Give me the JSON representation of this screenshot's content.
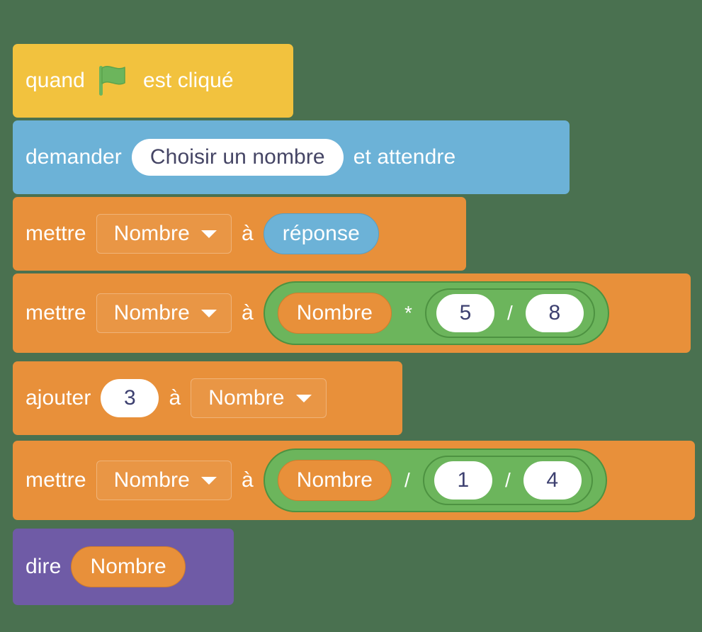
{
  "workspace": {
    "background_color": "#4a7150",
    "language": "fr"
  },
  "palette": {
    "events": "#f2c23e",
    "sensing": "#6cb2d7",
    "variables": "#e8903a",
    "operators": "#6cb55c",
    "operators_border": "#4d9241",
    "looks": "#6f5ba6",
    "field_text": "#454565"
  },
  "script": {
    "blocks": [
      {
        "id": "when-flag-clicked",
        "category": "events",
        "shape": "hat",
        "text_before": "quand",
        "icon": "green-flag-icon",
        "text_after": "est cliqué"
      },
      {
        "id": "ask-and-wait",
        "category": "sensing",
        "shape": "stack",
        "text_before": "demander",
        "input_value": "Choisir un nombre",
        "text_after": "et attendre"
      },
      {
        "id": "set-var-to-answer",
        "category": "variables",
        "shape": "stack",
        "text_before": "mettre",
        "variable": "Nombre",
        "text_middle": "à",
        "reporter": "réponse",
        "reporter_category": "sensing"
      },
      {
        "id": "set-var-to-mult-div",
        "category": "variables",
        "shape": "stack",
        "text_before": "mettre",
        "variable": "Nombre",
        "text_middle": "à",
        "operator": {
          "symbol": "*",
          "left_reporter": "Nombre",
          "right_operator": {
            "symbol": "/",
            "left_value": "5",
            "right_value": "8"
          }
        }
      },
      {
        "id": "change-var-by",
        "category": "variables",
        "shape": "stack",
        "text_before": "ajouter",
        "amount": "3",
        "text_middle": "à",
        "variable": "Nombre"
      },
      {
        "id": "set-var-to-div-div",
        "category": "variables",
        "shape": "stack",
        "text_before": "mettre",
        "variable": "Nombre",
        "text_middle": "à",
        "operator": {
          "symbol": "/",
          "left_reporter": "Nombre",
          "right_operator": {
            "symbol": "/",
            "left_value": "1",
            "right_value": "4"
          }
        }
      },
      {
        "id": "say",
        "category": "looks",
        "shape": "stack",
        "text_before": "dire",
        "reporter": "Nombre",
        "reporter_category": "variables"
      }
    ]
  }
}
